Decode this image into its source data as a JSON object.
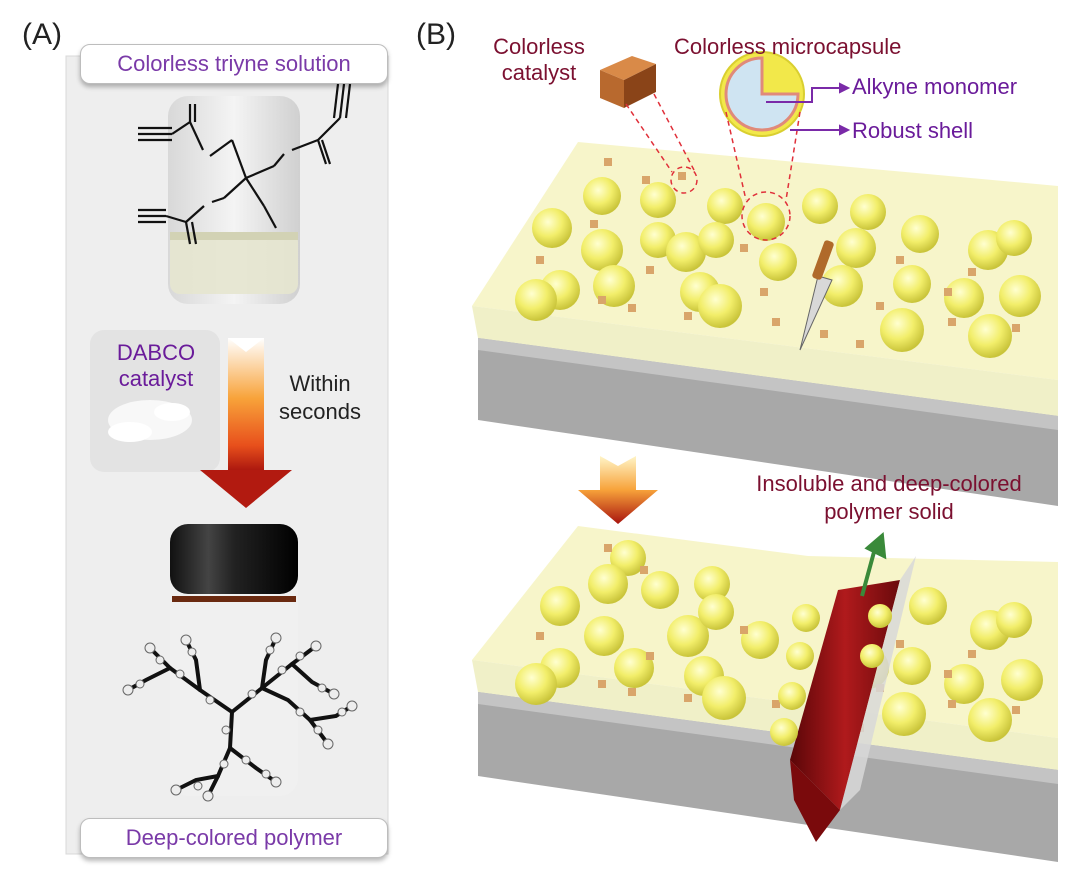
{
  "panel_a": {
    "letter": "(A)",
    "top_label": "Colorless triyne solution",
    "catalyst_label": "DABCO catalyst",
    "step_label": "Within seconds",
    "bottom_label": "Deep-colored polymer"
  },
  "panel_b": {
    "letter": "(B)",
    "catalyst_label": "Colorless catalyst",
    "microcapsule_label": "Colorless microcapsule",
    "core_label": "Alkyne monomer",
    "shell_label": "Robust shell",
    "product_label": "Insoluble and deep-colored polymer solid"
  },
  "colors": {
    "label_purple": "#6a1b9a",
    "label_maroon": "#7b1030",
    "capsule_yellow": "#f2ee6a",
    "polymer_red": "#8a0f14",
    "catalyst_brown": "#b8692e",
    "leader_red": "#e0303a"
  }
}
